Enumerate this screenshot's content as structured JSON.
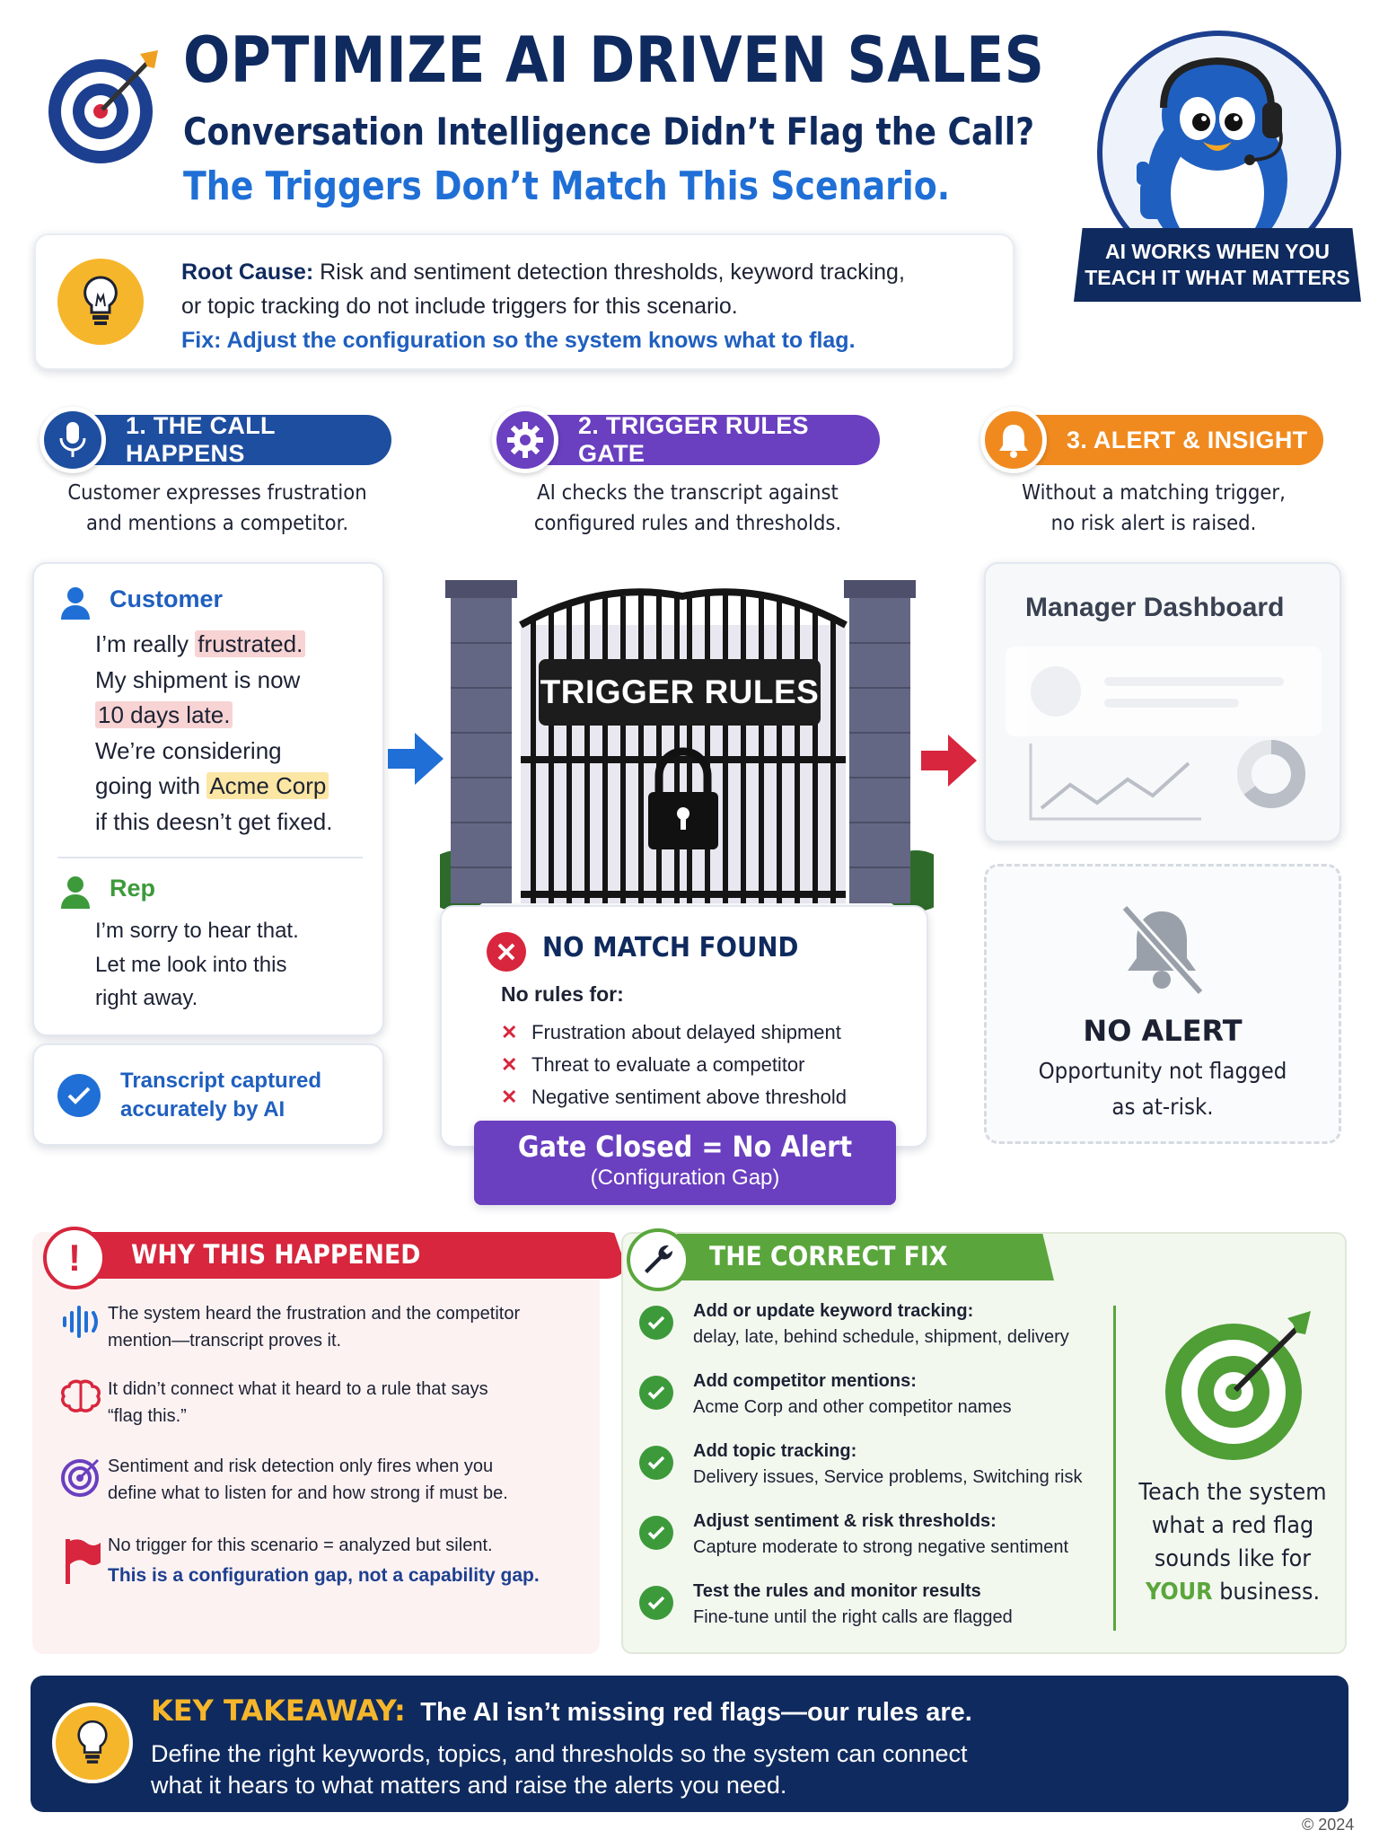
{
  "header": {
    "title": "OPTIMIZE AI DRIVEN SALES",
    "subtitle1": "Conversation Intelligence Didn’t Flag the Call?",
    "subtitle2": "The Triggers Don’t Match This Scenario."
  },
  "mascot": {
    "banner_line1": "AI WORKS WHEN YOU",
    "banner_line2": "TEACH IT WHAT MATTERS"
  },
  "root": {
    "cause_label": "Root Cause:",
    "cause_text1": " Risk and sentiment detection thresholds, keyword tracking,",
    "cause_text2": "or topic tracking do not include triggers for this scenario.",
    "fix": "Fix: Adjust the configuration so the system knows what to flag."
  },
  "steps": [
    {
      "label": "1. THE CALL HAPPENS",
      "desc1": "Customer expresses frustration",
      "desc2": "and mentions a competitor.",
      "color": "#1d4ea0"
    },
    {
      "label": "2. TRIGGER RULES GATE",
      "desc1": "AI checks the transcript against",
      "desc2": "configured rules and thresholds.",
      "color": "#6a3fc0"
    },
    {
      "label": "3. ALERT & INSIGHT",
      "desc1": "Without a matching trigger,",
      "desc2": "no risk alert is raised.",
      "color": "#f08a1e"
    }
  ],
  "conversation": {
    "customer_label": "Customer",
    "c1_pre": "I’m really ",
    "c1_hl": "frustrated.",
    "c2": "My shipment is now",
    "c3_hl": "10 days late.",
    "c4": "We’re considering",
    "c5_pre": "going with ",
    "c5_hl": "Acme Corp",
    "c6": "if this deesn’t get fixed.",
    "rep_label": "Rep",
    "r1": "I’m sorry to hear that.",
    "r2": "Let me look into this",
    "r3": "right away.",
    "captured1": "Transcript captured",
    "captured2": "accurately by AI"
  },
  "gate": {
    "sign": "TRIGGER RULES",
    "no_match": "NO MATCH FOUND",
    "no_rules_for": "No rules for:",
    "items": [
      "Frustration about delayed shipment",
      "Threat to evaluate a competitor",
      "Negative sentiment above threshold"
    ],
    "closed_title": "Gate Closed = No Alert",
    "closed_sub": "(Configuration Gap)"
  },
  "dashboard": {
    "title": "Manager Dashboard",
    "no_alert": "NO ALERT",
    "no_alert_sub1": "Opportunity not flagged",
    "no_alert_sub2": "as at-risk."
  },
  "why": {
    "title": "WHY THIS HAPPENED",
    "items": [
      {
        "icon": "sound-wave-icon",
        "l1": "The system heard the frustration and the competitor",
        "l2": "mention—transcript proves it."
      },
      {
        "icon": "brain-icon",
        "l1": "It didn’t connect what it heard to a rule that says",
        "l2": "“flag this.”"
      },
      {
        "icon": "target-icon",
        "l1": "Sentiment and risk detection only fires when you",
        "l2": "define what to listen for and how strong if must be."
      },
      {
        "icon": "red-flag-icon",
        "l1": "No trigger for this scenario = analyzed but silent.",
        "l2": "This is a configuration gap, not a capability gap."
      }
    ]
  },
  "fix": {
    "title": "THE CORRECT FIX",
    "items": [
      {
        "t1": "Add or update keyword tracking:",
        "t2": "delay, late, behind schedule, shipment, delivery"
      },
      {
        "t1": "Add competitor mentions:",
        "t2": "Acme Corp and other competitor names"
      },
      {
        "t1": "Add topic tracking:",
        "t2": "Delivery issues, Service problems, Switching risk"
      },
      {
        "t1": "Adjust sentiment & risk thresholds:",
        "t2": "Capture moderate to strong negative sentiment"
      },
      {
        "t1": "Test the rules and monitor results",
        "t2": "Fine-tune until the right calls are flagged"
      }
    ],
    "side1": "Teach the system",
    "side2": "what a red flag",
    "side3": "sounds like for",
    "side4_hl": "YOUR",
    "side4_rest": " business."
  },
  "takeaway": {
    "label": "KEY TAKEAWAY:",
    "headline": "The AI isn’t missing red flags—our rules are.",
    "body1": "Define the right keywords, topics, and thresholds so the system can connect",
    "body2": "what it hears to what matters and raise the alerts you need."
  },
  "footer": "© 2024",
  "colors": {
    "navy": "#0f2a5e",
    "blue": "#1f6fd6",
    "red": "#d7263d",
    "green": "#3c9a3a",
    "purple": "#6a3fc0",
    "orange": "#f08a1e"
  }
}
